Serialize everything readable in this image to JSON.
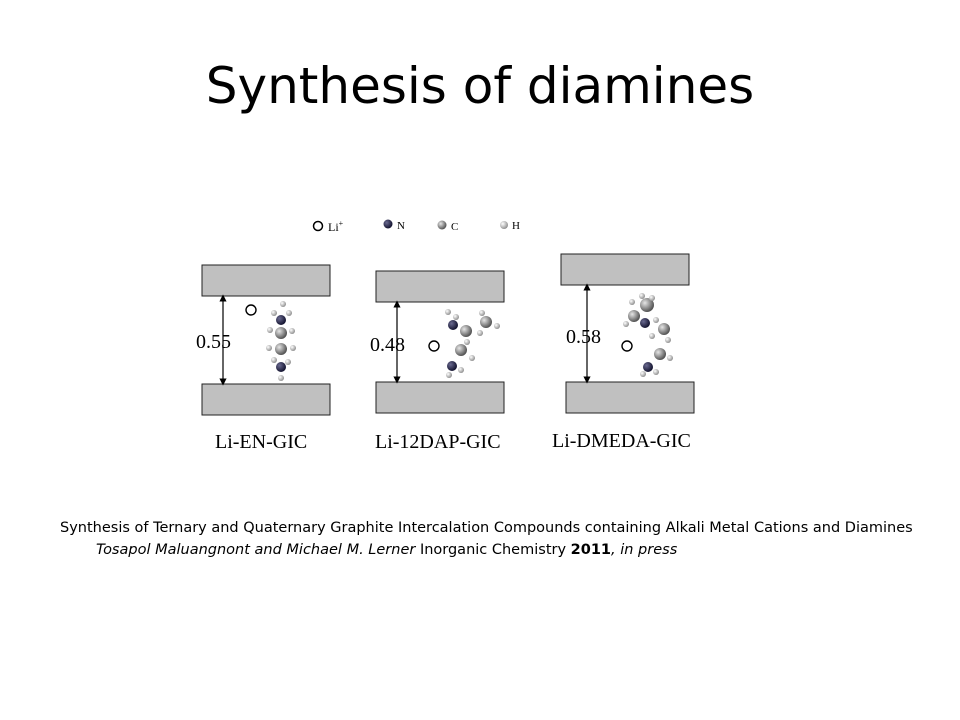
{
  "slide": {
    "title": "Synthesis of diamines"
  },
  "legend": {
    "li_label": "Li",
    "li_sup": "+",
    "n_label": "N",
    "c_label": "C",
    "h_label": "H"
  },
  "panels": [
    {
      "spacing": "0.55",
      "caption": "Li-EN-GIC"
    },
    {
      "spacing": "0.48",
      "caption": "Li-12DAP-GIC"
    },
    {
      "spacing": "0.58",
      "caption": "Li-DMEDA-GIC"
    }
  ],
  "citation": {
    "title": "Synthesis of Ternary and Quaternary Graphite Intercalation Compounds containing Alkali Metal Cations and Diamines",
    "authors": "Tosapol Maluangnont and Michael M. Lerner",
    "journal": "Inorganic Chemistry",
    "year": "2011",
    "status": "in press"
  },
  "colors": {
    "graphene_fill": "#c0c0c0",
    "nitrogen": "#1c1c3a",
    "carbon": "#8a8a8a",
    "hydrogen": "#d0d0d0"
  }
}
